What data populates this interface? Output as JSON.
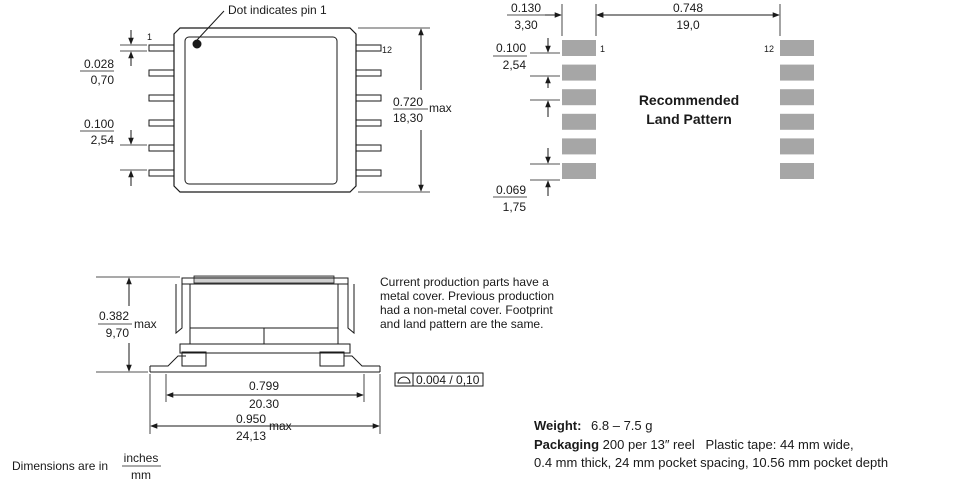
{
  "top_view": {
    "pin1_note": "Dot indicates pin 1",
    "pin1_label": "1",
    "pin12_label": "12",
    "lead_width_in": "0.028",
    "lead_width_mm": "0,70",
    "pitch_in": "0.100",
    "pitch_mm": "2,54",
    "height_in": "0.720",
    "height_mm": "18,30",
    "height_suffix": "max"
  },
  "land_pattern": {
    "pad_width_in": "0.130",
    "pad_width_mm": "3,30",
    "span_in": "0.748",
    "span_mm": "19,0",
    "pitch_in": "0.100",
    "pitch_mm": "2,54",
    "gap_in": "0.069",
    "gap_mm": "1,75",
    "pin1_label": "1",
    "pin12_label": "12",
    "title_line1": "Recommended",
    "title_line2": "Land Pattern",
    "pad_color": "#a6a6a6",
    "pads_per_side": 6
  },
  "side_view": {
    "height_in": "0.382",
    "height_mm": "9,70",
    "height_suffix": "max",
    "lead_span_in": "0.799",
    "lead_span_mm": "20.30",
    "overall_in": "0.950",
    "overall_mm": "24,13",
    "overall_suffix": "max",
    "coplanarity": "0.004 / 0,10"
  },
  "note": {
    "line1": "Current production parts have a",
    "line2": "metal cover. Previous production",
    "line3": "had a non-metal cover. Footprint",
    "line4": "and land pattern are the same."
  },
  "specs": {
    "weight_label": "Weight:",
    "weight_value": "6.8 – 7.5 g",
    "packaging_label": "Packaging",
    "packaging_value": "200 per 13″ reel   Plastic tape: 44 mm wide,",
    "packaging_line2": "0.4 mm thick, 24 mm  pocket spacing, 10.56 mm pocket depth"
  },
  "units": {
    "prefix": "Dimensions are in",
    "numerator": "inches",
    "denominator": "mm"
  }
}
